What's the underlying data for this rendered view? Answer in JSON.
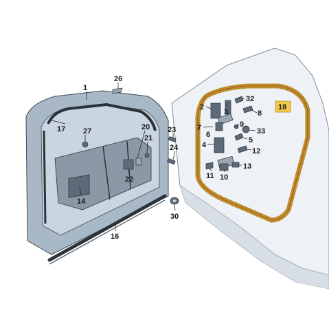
{
  "colors": {
    "door_frame": "#a9b8c6",
    "door_inner": "#c9d5e0",
    "body_panel": "#eef2f6",
    "seal": "#d39a33",
    "highlight_box": "#f2c94c",
    "hardware": "#5d6b78"
  },
  "labels": {
    "l1": "1",
    "l2": "2",
    "l3": "3",
    "l4": "4",
    "l5": "5",
    "l6": "6",
    "l7": "7",
    "l8": "8",
    "l9": "9",
    "l10": "10",
    "l11": "11",
    "l12": "12",
    "l13": "13",
    "l14": "14",
    "l16": "16",
    "l17": "17",
    "l18": "18",
    "l20": "20",
    "l21": "21",
    "l22": "22",
    "l23": "23",
    "l24": "24",
    "l26": "26",
    "l27": "27",
    "l30": "30",
    "l32": "32",
    "l33": "33"
  }
}
